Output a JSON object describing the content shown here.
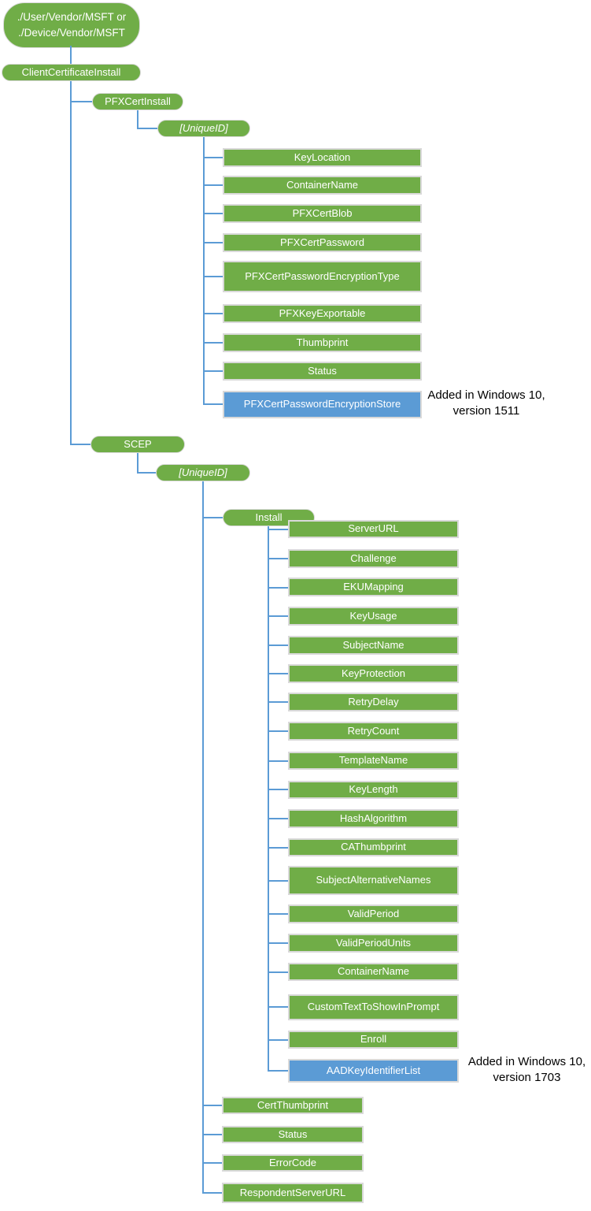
{
  "colors": {
    "green": "#70AD47",
    "blue": "#5B9BD5",
    "line": "#5B9BD5",
    "box_border": "#D9D9D9",
    "node_text": "#FFFFFF",
    "annotation_text": "#000000",
    "background": "#FFFFFF"
  },
  "diagram": {
    "root": {
      "line1": "./User/Vendor/MSFT or",
      "line2": "./Device/Vendor/MSFT"
    },
    "client_certificate_install": {
      "label": "ClientCertificateInstall"
    },
    "pfx": {
      "label": "PFXCertInstall",
      "unique_id": "[UniqueID]",
      "children": [
        "KeyLocation",
        "ContainerName",
        "PFXCertBlob",
        "PFXCertPassword",
        "PFXCertPasswordEncryptionType",
        "PFXKeyExportable",
        "Thumbprint",
        "Status"
      ],
      "added": {
        "label": "PFXCertPasswordEncryptionStore",
        "annotation_line1": "Added in Windows 10,",
        "annotation_line2": "version 1511"
      }
    },
    "scep": {
      "label": "SCEP",
      "unique_id": "[UniqueID]",
      "install": {
        "label": "Install",
        "children": [
          "ServerURL",
          "Challenge",
          "EKUMapping",
          "KeyUsage",
          "SubjectName",
          "KeyProtection",
          "RetryDelay",
          "RetryCount",
          "TemplateName",
          "KeyLength",
          "HashAlgorithm",
          "CAThumbprint",
          "SubjectAlternativeNames",
          "ValidPeriod",
          "ValidPeriodUnits",
          "ContainerName",
          "CustomTextToShowInPrompt",
          "Enroll"
        ],
        "added": {
          "label": "AADKeyIdentifierList",
          "annotation_line1": "Added in Windows 10,",
          "annotation_line2": "version 1703"
        }
      },
      "children": [
        "CertThumbprint",
        "Status",
        "ErrorCode",
        "RespondentServerURL"
      ]
    }
  }
}
